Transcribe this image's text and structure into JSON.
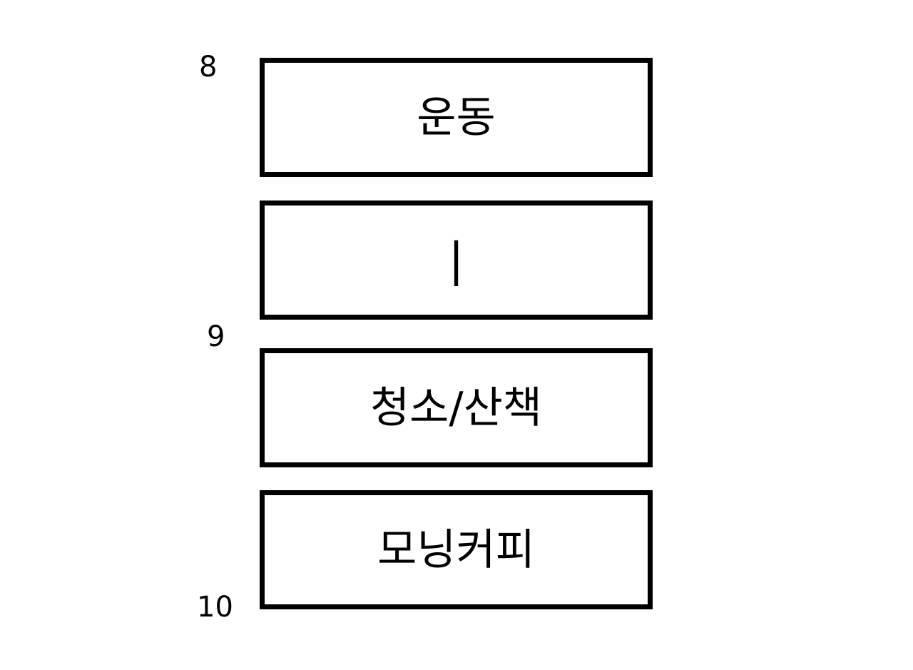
{
  "time_labels": [
    "8",
    "9",
    "10"
  ],
  "blocks": [
    {
      "text": "운동"
    },
    {
      "text": "|"
    },
    {
      "text": "청소/산책"
    },
    {
      "text": "모닝커피"
    }
  ]
}
